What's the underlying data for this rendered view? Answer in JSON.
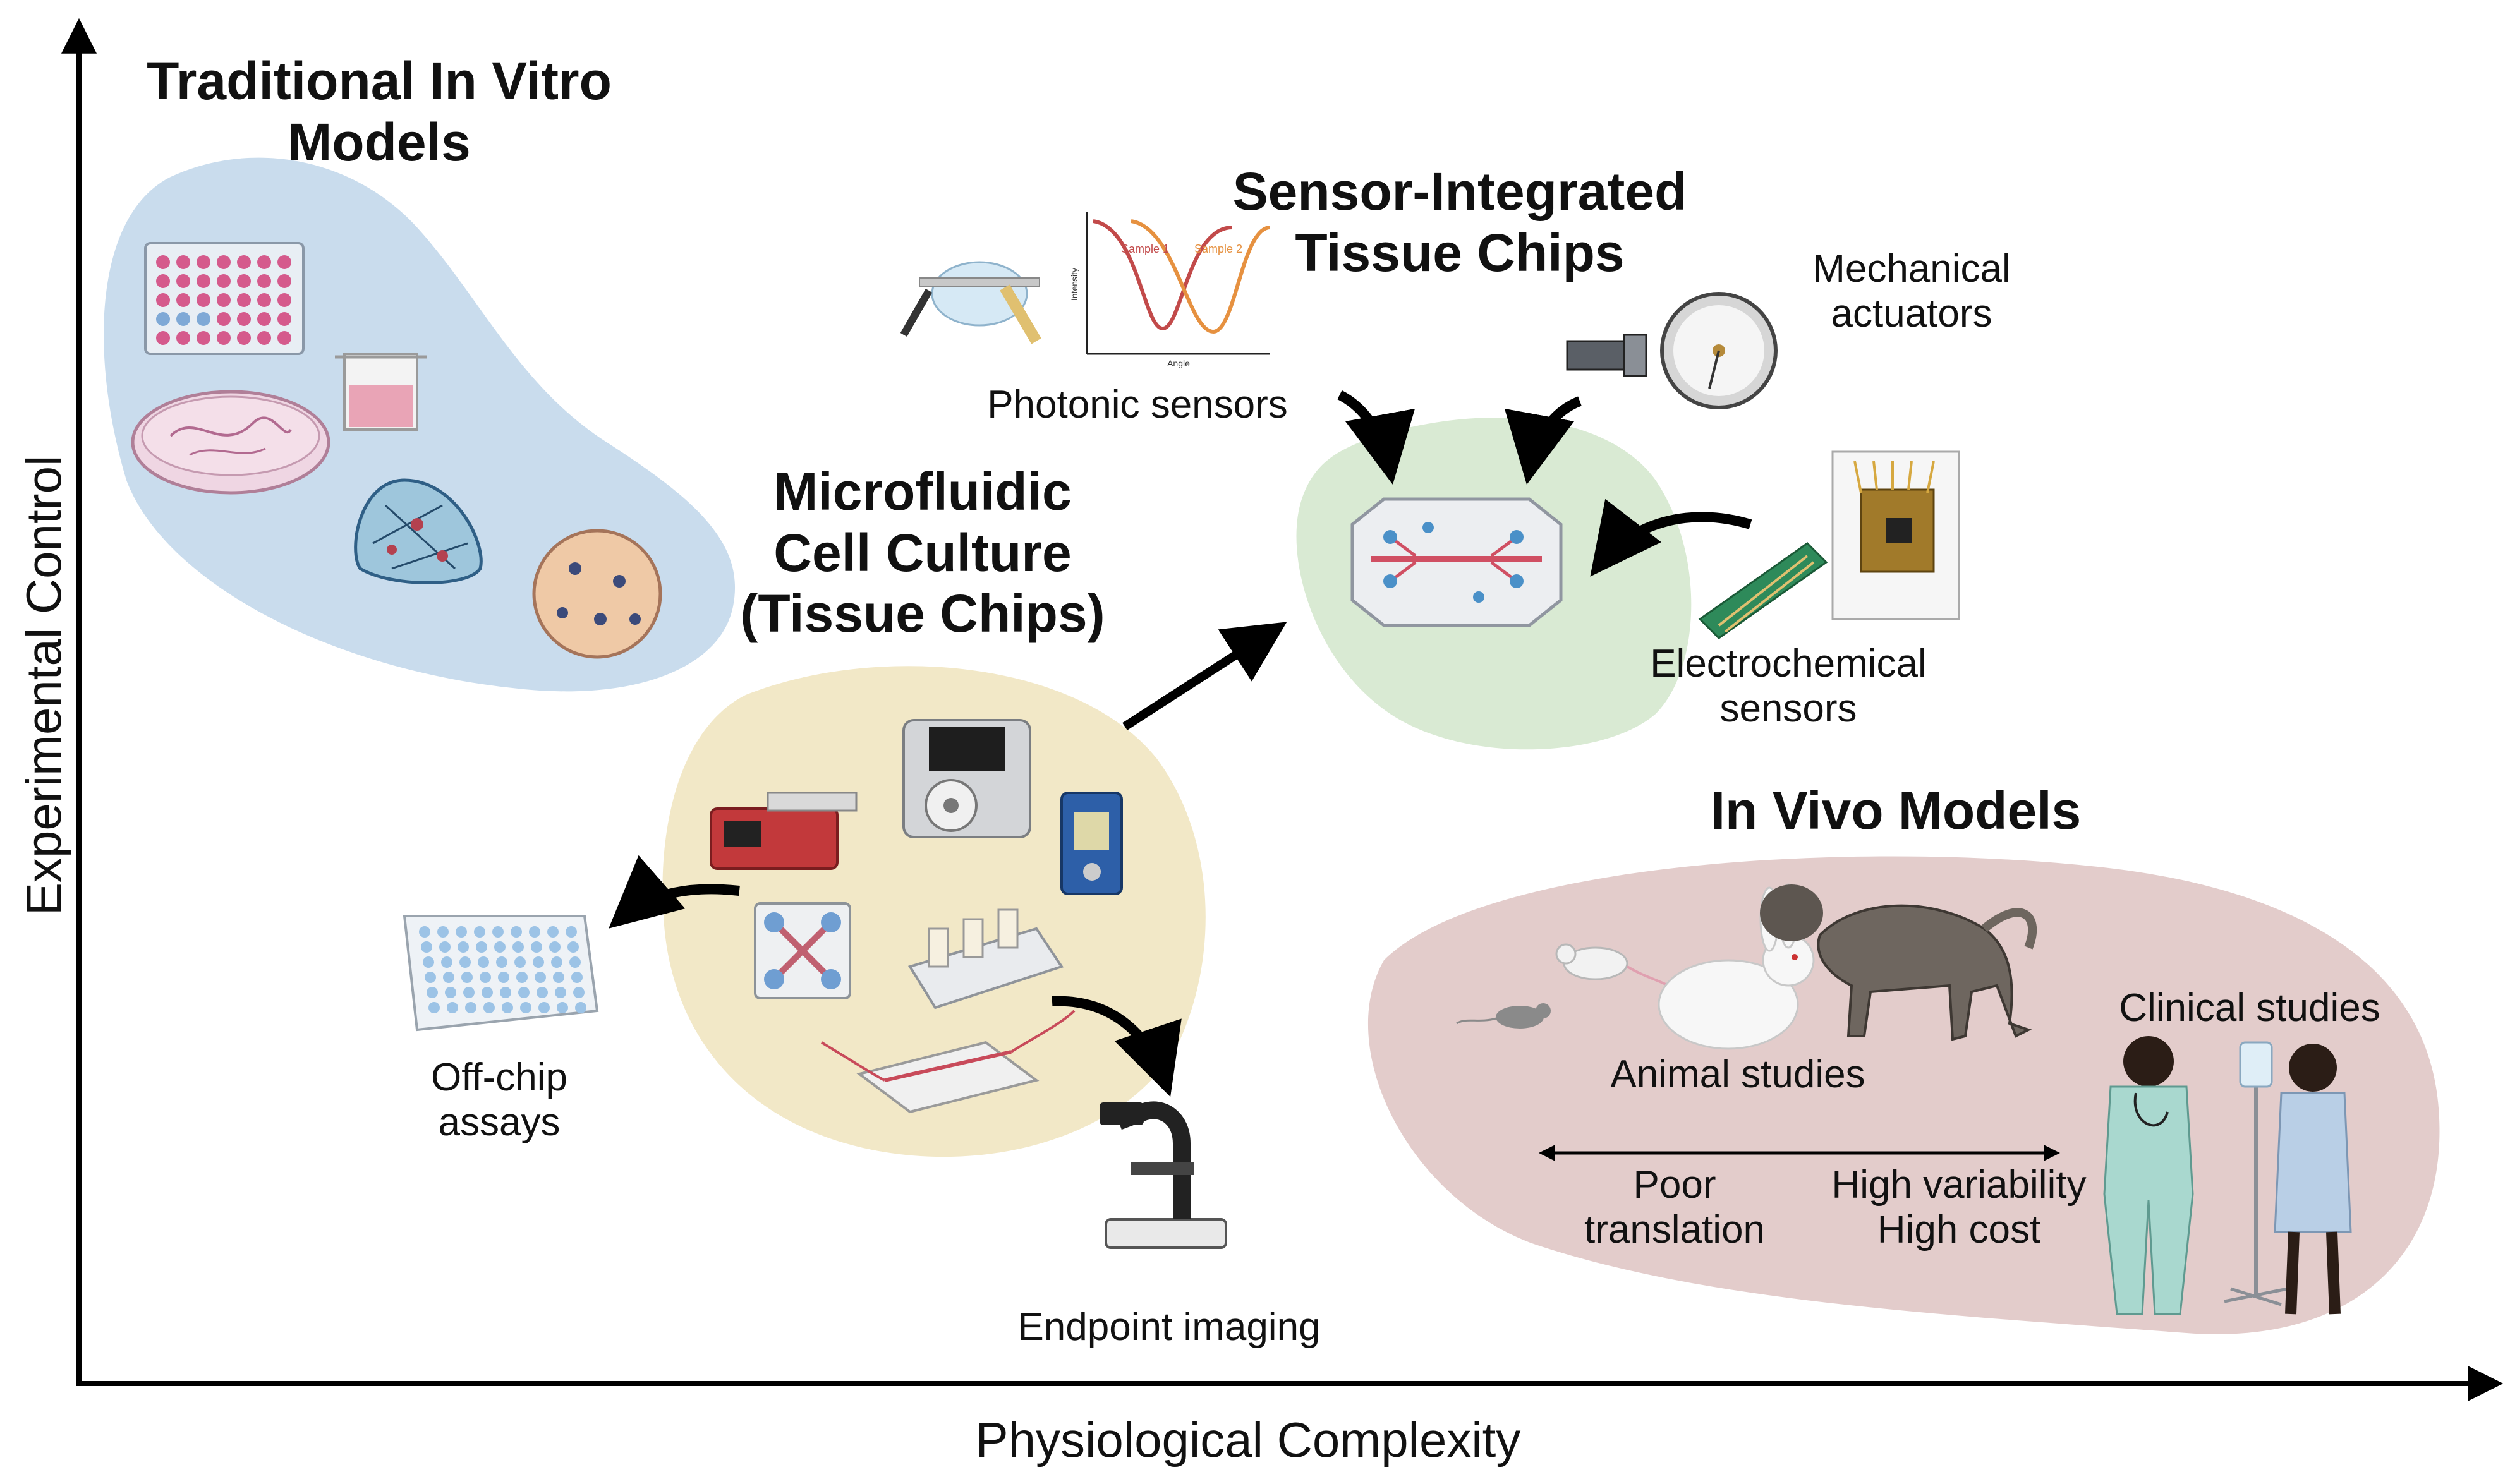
{
  "axes": {
    "x_label": "Physiological Complexity",
    "y_label": "Experimental Control"
  },
  "traditional": {
    "title_line1": "Traditional In Vitro",
    "title_line2": "Models",
    "color": "#c9dced"
  },
  "microfluidic": {
    "title_line1": "Microfluidic",
    "title_line2": "Cell Culture",
    "title_line3": "(Tissue Chips)",
    "color": "#f2e8c7"
  },
  "sensor_chips": {
    "title_line1": "Sensor-Integrated",
    "title_line2": "Tissue Chips",
    "color": "#d9ead3"
  },
  "in_vivo": {
    "title": "In Vivo Models",
    "color": "#e3cccb"
  },
  "labels": {
    "photonic_sensors": "Photonic sensors",
    "mechanical_line1": "Mechanical",
    "mechanical_line2": "actuators",
    "electrochemical_line1": "Electrochemical",
    "electrochemical_line2": "sensors",
    "offchip_line1": "Off-chip",
    "offchip_line2": "assays",
    "endpoint_imaging": "Endpoint imaging",
    "animal_studies": "Animal studies",
    "clinical_studies": "Clinical studies",
    "poor": "Poor",
    "translation": "translation",
    "high_variability": "High variability",
    "high_cost": "High cost"
  },
  "plot_labels": {
    "sample1": "Sample 1",
    "sample2": "Sample 2",
    "intensity": "Intensity",
    "angle": "Angle"
  },
  "icons": [
    "well-plate-icon",
    "petri-dish-icon",
    "culture-insert-icon",
    "hydrogel-icon",
    "spheroid-icon",
    "syringe-pump-icon",
    "peristaltic-pump-icon",
    "pressure-controller-icon",
    "chip-layout-icon",
    "reservoir-block-icon",
    "tissue-chip-icon",
    "microscope-icon",
    "photonic-sensor-icon",
    "resonance-plot-icon",
    "gauge-icon",
    "electrode-strip-icon",
    "electrode-chip-icon",
    "mouse-icon",
    "rat-icon",
    "rabbit-icon",
    "monkey-icon",
    "doctor-icon",
    "patient-icon",
    "iv-stand-icon"
  ]
}
